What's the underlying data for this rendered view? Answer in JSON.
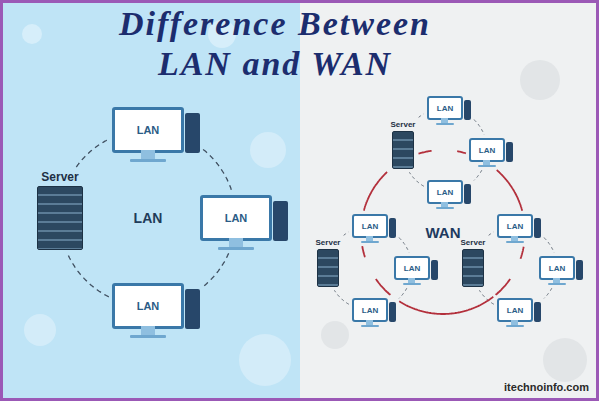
{
  "diagram": {
    "title": "Difference Between LAN and WAN",
    "nodes": [
      {
        "text": [
          "Server"
        ]
      },
      {
        "text": [
          "LAN"
        ]
      },
      {
        "text": [
          "LAN"
        ]
      },
      {
        "text": [
          "LAN"
        ]
      },
      {
        "text": [
          "Server"
        ]
      },
      {
        "text": [
          "LAN"
        ]
      },
      {
        "text": [
          "LAN"
        ]
      },
      {
        "text": [
          "LAN"
        ]
      },
      {
        "text": [
          "Server"
        ]
      },
      {
        "text": [
          "LAN"
        ]
      },
      {
        "text": [
          "LAN"
        ]
      },
      {
        "text": [
          "LAN"
        ]
      },
      {
        "text": [
          "Server"
        ]
      },
      {
        "text": [
          "LAN"
        ]
      },
      {
        "text": [
          "LAN"
        ]
      },
      {
        "text": [
          "LAN"
        ]
      }
    ],
    "edges": [
      {
        "from": 0,
        "to": 1,
        "arrow": "none"
      },
      {
        "from": 1,
        "to": 2,
        "arrow": "none"
      },
      {
        "from": 2,
        "to": 3,
        "arrow": "none"
      },
      {
        "from": 3,
        "to": 0,
        "arrow": "none"
      },
      {
        "from": 4,
        "to": 5,
        "arrow": "none"
      },
      {
        "from": 5,
        "to": 6,
        "arrow": "none"
      },
      {
        "from": 6,
        "to": 7,
        "arrow": "none"
      },
      {
        "from": 7,
        "to": 4,
        "arrow": "none"
      },
      {
        "from": 8,
        "to": 9,
        "arrow": "none"
      },
      {
        "from": 9,
        "to": 10,
        "arrow": "none"
      },
      {
        "from": 10,
        "to": 11,
        "arrow": "none"
      },
      {
        "from": 11,
        "to": 8,
        "arrow": "none"
      },
      {
        "from": 12,
        "to": 13,
        "arrow": "none"
      },
      {
        "from": 13,
        "to": 14,
        "arrow": "none"
      },
      {
        "from": 14,
        "to": 15,
        "arrow": "none"
      },
      {
        "from": 15,
        "to": 12,
        "arrow": "none"
      }
    ],
    "labels": [
      "LAN",
      "WAN",
      "itechnoinfo.com"
    ]
  }
}
